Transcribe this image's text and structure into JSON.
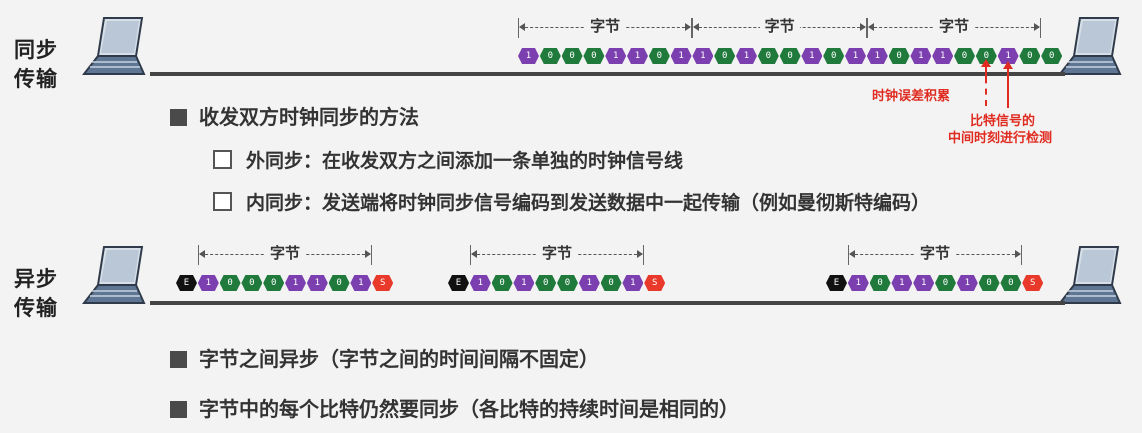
{
  "sync": {
    "label_line1": "同步",
    "label_line2": "传输",
    "byte_label": "字节",
    "bits": [
      1,
      0,
      0,
      0,
      1,
      1,
      0,
      1,
      1,
      0,
      1,
      0,
      0,
      1,
      0,
      1,
      1,
      0,
      1,
      1,
      0,
      0,
      1,
      0,
      0
    ],
    "notes": {
      "error_accum": "时钟误差积累",
      "detect_line1": "比特信号的",
      "detect_line2": "中间时刻进行检测"
    },
    "bullet_main": "收发双方时钟同步的方法",
    "sub_items": [
      "外同步：在收发双方之间添加一条单独的时钟信号线",
      "内同步：发送端将时钟同步信号编码到发送数据中一起传输（例如曼彻斯特编码）"
    ]
  },
  "async": {
    "label_line1": "异步",
    "label_line2": "传输",
    "byte_label": "字节",
    "start_bit": "E",
    "stop_bit": "S",
    "frames": [
      [
        1,
        0,
        0,
        0,
        1,
        1,
        0,
        1
      ],
      [
        1,
        0,
        1,
        0,
        0,
        1,
        0,
        1
      ],
      [
        1,
        0,
        1,
        1,
        0,
        1,
        0,
        0
      ]
    ],
    "bullets": [
      "字节之间异步（字节之间的时间间隔不固定）",
      "字节中的每个比特仍然要同步（各比特的持续时间是相同的）"
    ]
  },
  "colors": {
    "bit_one": "#7b3fb0",
    "bit_zero": "#1f7a3c",
    "start_bit": "#111111",
    "stop_bit": "#e8392a",
    "annotation": "#e02b20"
  },
  "icons": [
    "laptop-icon"
  ]
}
